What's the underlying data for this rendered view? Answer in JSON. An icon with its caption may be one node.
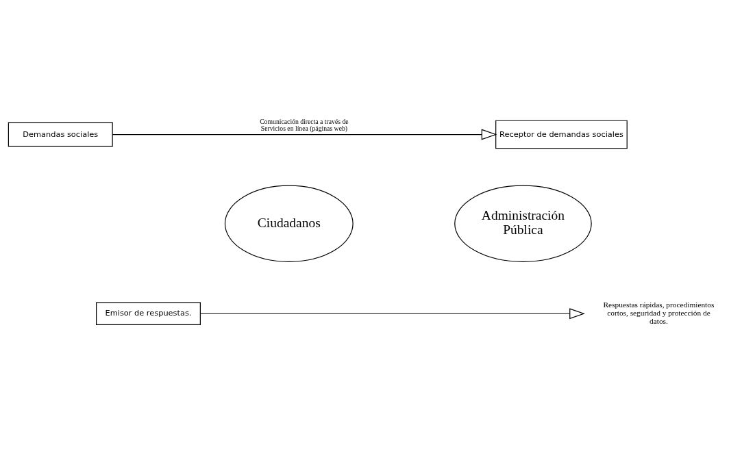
{
  "diagram": {
    "nodes": [
      {
        "text": [
          "Receptor de demandas sociales"
        ]
      },
      {
        "text": [
          "Demandas sociales"
        ]
      },
      {
        "text": [
          "Administración Pública"
        ]
      },
      {
        "text": [
          "Ciudadanos"
        ]
      },
      {
        "text": [
          "Emisor de respuestas."
        ]
      },
      {
        "text": [
          "Respuestas rápidas, procedimientos cortos, seguridad y protección de datos."
        ]
      }
    ],
    "edges": [
      {
        "from": 1,
        "to": 0,
        "arrow": "to",
        "label": "Comunicación directa a través de Servicios en línea (páginas web)"
      },
      {
        "from": 4,
        "to": 5,
        "arrow": "to"
      }
    ]
  }
}
